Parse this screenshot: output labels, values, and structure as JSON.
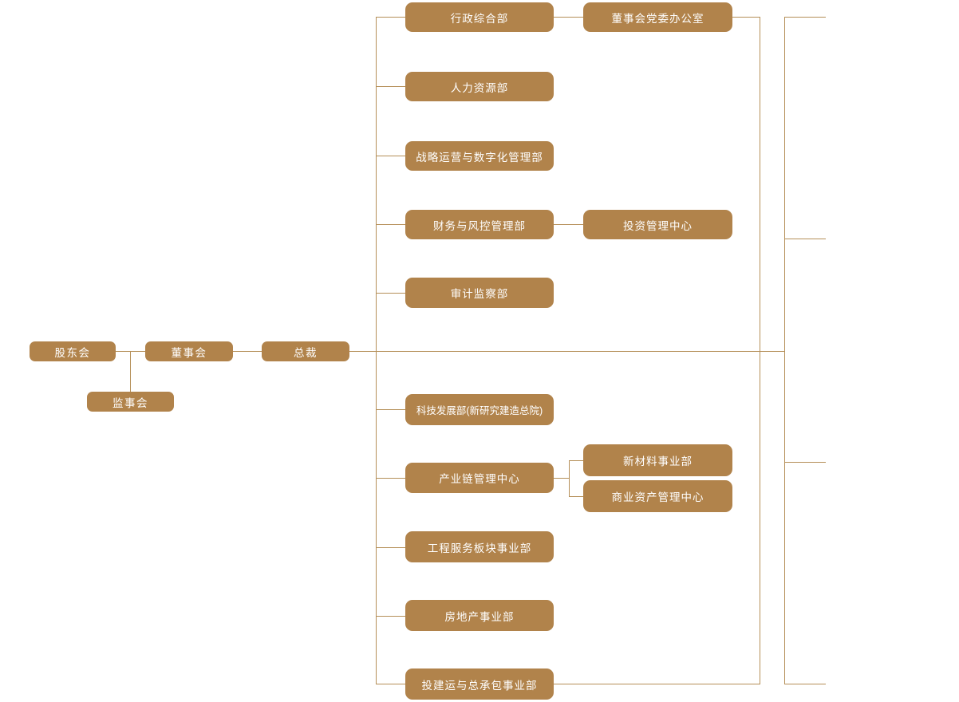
{
  "diagram": {
    "type": "org-chart",
    "colors": {
      "node_fill": "#b1834b",
      "node_text": "#ffffff",
      "line": "#b58f58",
      "background": "#ffffff"
    },
    "nodes": {
      "shareholders": {
        "label": "股东会"
      },
      "supervisory": {
        "label": "监事会"
      },
      "board": {
        "label": "董事会"
      },
      "president": {
        "label": "总裁"
      },
      "admin": {
        "label": "行政综合部"
      },
      "party_office": {
        "label": "董事会党委办公室"
      },
      "hr": {
        "label": "人力资源部"
      },
      "strategy": {
        "label": "战略运营与数字化管理部"
      },
      "finance": {
        "label": "财务与风控管理部"
      },
      "investment": {
        "label": "投资管理中心"
      },
      "audit": {
        "label": "审计监察部"
      },
      "tech": {
        "label": "科技发展部(新研究建造总院)"
      },
      "industry_chain": {
        "label": "产业链管理中心"
      },
      "new_materials": {
        "label": "新材料事业部"
      },
      "commercial_assets": {
        "label": "商业资产管理中心"
      },
      "engineering": {
        "label": "工程服务板块事业部"
      },
      "real_estate": {
        "label": "房地产事业部"
      },
      "epc": {
        "label": "投建运与总承包事业部"
      }
    },
    "edges": [
      {
        "from": "shareholders",
        "to": "board"
      },
      {
        "from": "shareholders",
        "to": "supervisory"
      },
      {
        "from": "board",
        "to": "president"
      },
      {
        "from": "president",
        "to": "admin"
      },
      {
        "from": "president",
        "to": "hr"
      },
      {
        "from": "president",
        "to": "strategy"
      },
      {
        "from": "president",
        "to": "finance"
      },
      {
        "from": "president",
        "to": "audit"
      },
      {
        "from": "president",
        "to": "tech"
      },
      {
        "from": "president",
        "to": "industry_chain"
      },
      {
        "from": "president",
        "to": "engineering"
      },
      {
        "from": "president",
        "to": "real_estate"
      },
      {
        "from": "president",
        "to": "epc"
      },
      {
        "from": "admin",
        "to": "party_office"
      },
      {
        "from": "finance",
        "to": "investment"
      },
      {
        "from": "industry_chain",
        "to": "new_materials"
      },
      {
        "from": "industry_chain",
        "to": "commercial_assets"
      },
      {
        "from": "party_office",
        "to": "right-side-rail"
      },
      {
        "from": "epc",
        "to": "right-side-rail"
      }
    ],
    "truncated_stub_lines_y": [
      21,
      299,
      579,
      857
    ]
  }
}
